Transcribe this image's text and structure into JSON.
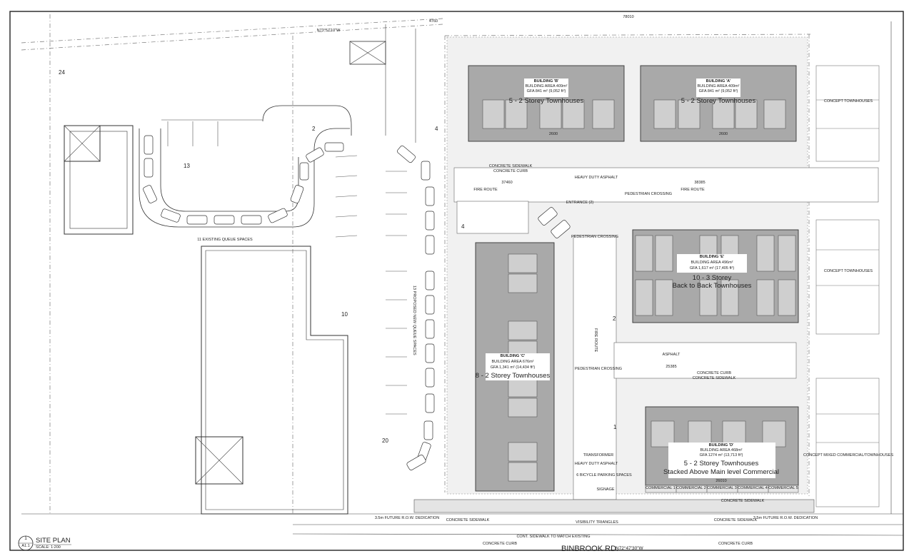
{
  "frame": {
    "label": "Site plan drawing sheet"
  },
  "buildings": [
    {
      "id": "B",
      "title": "BUILDING 'B'",
      "area": "BUILDING AREA 409m²",
      "gfa": "GFA 841  m² (9,052 ft²)",
      "desc": "5 - 2 Storey Townhouses"
    },
    {
      "id": "A",
      "title": "BUILDING 'A'",
      "area": "BUILDING AREA 409m²",
      "gfa": "GFA 841  m² (9,052 ft²)",
      "desc": "5 - 2 Storey Townhouses"
    },
    {
      "id": "E",
      "title": "BUILDING 'E'",
      "area": "BUILDING AREA 496m²",
      "gfa": "GFA 1,617 m² (17,405 ft²)",
      "desc": "10 - 3 Storey",
      "desc2": "Back to Back Townhouses"
    },
    {
      "id": "C",
      "title": "BUILDING 'C'",
      "area": "BUILDING AREA 676m²",
      "gfa": "GFA 1,341 m² (14,434 ft²)",
      "desc": "8 - 2 Storey Townhouses"
    },
    {
      "id": "D",
      "title": "BUILDING 'D'",
      "area": "BUILDING AREA 468m²",
      "gfa": "GFA 1274 m² (13,713 ft²)",
      "desc": "5 - 2 Storey  Townhouses",
      "desc2": "Stacked Above Main level Commercial"
    }
  ],
  "commercial_units": [
    "COMMERCIAL 1",
    "COMMERCIAL 2",
    "COMMERCIAL 3",
    "COMMERCIAL 4",
    "COMMERCIAL 5"
  ],
  "road": {
    "name": "BINBROOK RD.",
    "bearing": "N72°47'30\"W"
  },
  "parking_counts": {
    "p24": "24",
    "p13": "13",
    "p2a": "2",
    "p4a": "4",
    "p4b": "4",
    "p10": "10",
    "p20": "20",
    "p2b": "2",
    "p1": "1"
  },
  "notes": {
    "queue_existing": "11 EXISTING QUEUE SPACES",
    "queue_new": "13 PROPOSED NEW QUEUE SPACES",
    "fire_route": "FIRE ROUTE",
    "concrete_sidewalk": "CONCRETE SIDEWALK",
    "concrete_curb": "CONCRETE CURB",
    "heavy_duty_asphalt": "HEAVY DUTY ASPHALT",
    "asphalt": "ASPHALT",
    "pedestrian_crossing": "PEDESTRIAN CROSSING",
    "entrance": "ENTRANCE (2)",
    "transformer": "TRANSFORMER",
    "bicycle": "6 BICYCLE PARKING SPACES",
    "signage": "SIGNAGE",
    "concept_th": "CONCEPT TOWNHOUSES",
    "concept_mixed": "CONCEPT MIXED COMMERCIAL/TOWNHOUSES",
    "future_row_left": "3.5m FUTURE R.O.W. DEDICATION",
    "future_row_right": "3.5m FUTURE R.O.W. DEDICATION",
    "visibility": "VISIBILITY TRIANGLES",
    "cont_sidewalk": "CONT. SIDEWALK TO MATCH EXISTING",
    "bearing_top": "N73°57'10\"W",
    "dim_top": "78010",
    "dim_4760": "4760",
    "dim_37460": "37460",
    "dim_38385": "38385",
    "dim_25385": "25385",
    "dim_26010": "26010",
    "dim_2600": "2600"
  },
  "title_block": {
    "number": "1",
    "sheet": "A1.1",
    "title": "SITE PLAN",
    "scale": "SCALE: 1:200"
  }
}
